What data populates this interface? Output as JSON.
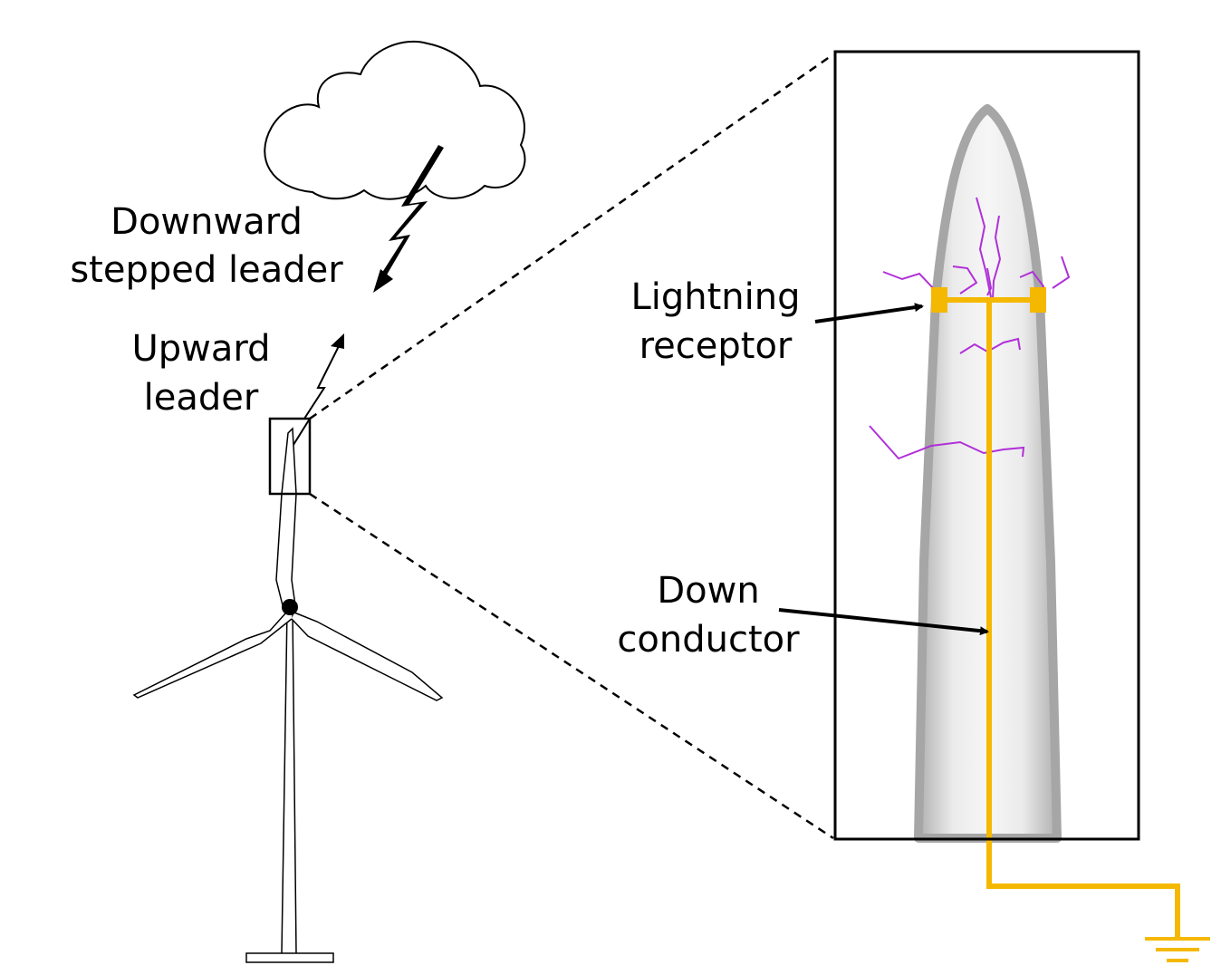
{
  "labels": {
    "downward_line1": "Downward",
    "downward_line2": "stepped leader",
    "upward_line1": "Upward",
    "upward_line2": "leader",
    "receptor_line1": "Lightning",
    "receptor_line2": "receptor",
    "conductor_line1": "Down",
    "conductor_line2": "conductor"
  },
  "colors": {
    "conductor": "#F5B800",
    "streamer": "#B030D8",
    "blade_edge": "#9E9E9E",
    "outline": "#000000"
  }
}
